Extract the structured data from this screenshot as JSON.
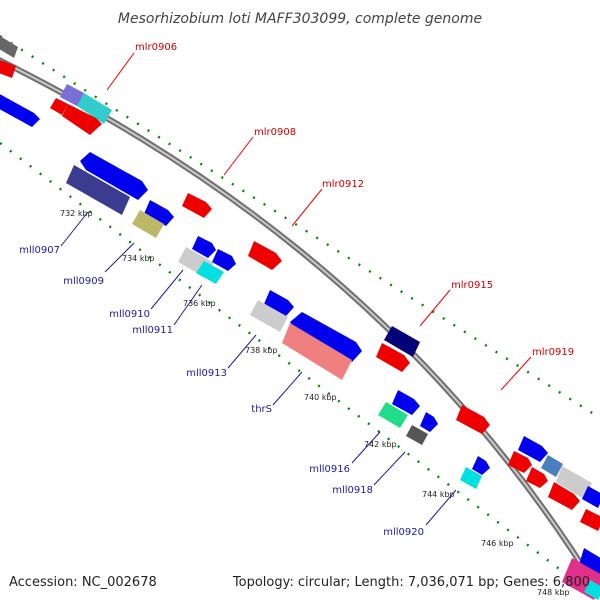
{
  "title": "Mesorhizobium loti MAFF303099, complete genome",
  "footer": {
    "accession": "Accession: NC_002678",
    "summary": "Topology: circular; Length: 7,036,071 bp; Genes: 6,800"
  },
  "ticks": [
    "732 kbp",
    "734 kbp",
    "736 kbp",
    "738 kbp",
    "740 kbp",
    "742 kbp",
    "744 kbp",
    "746 kbp",
    "748 kbp"
  ],
  "labels_upper": [
    "mlr0906",
    "mlr0908",
    "mlr0912",
    "mlr0915",
    "mlr0919"
  ],
  "labels_lower": [
    "mll0907",
    "mll0909",
    "mll0910",
    "mll0911",
    "mll0913",
    "thrS",
    "mll0916",
    "mll0918",
    "mll0920"
  ],
  "colors": {
    "red": "#ff0000",
    "blue": "#0000ee",
    "navy": "#000077",
    "cyan": "#00dddd",
    "gray": "#777777",
    "lightgray": "#cccccc",
    "salmon": "#f08080",
    "olive": "#bdb76b",
    "green": "#00c878",
    "backbone": "#888888",
    "dots": "#008800"
  }
}
